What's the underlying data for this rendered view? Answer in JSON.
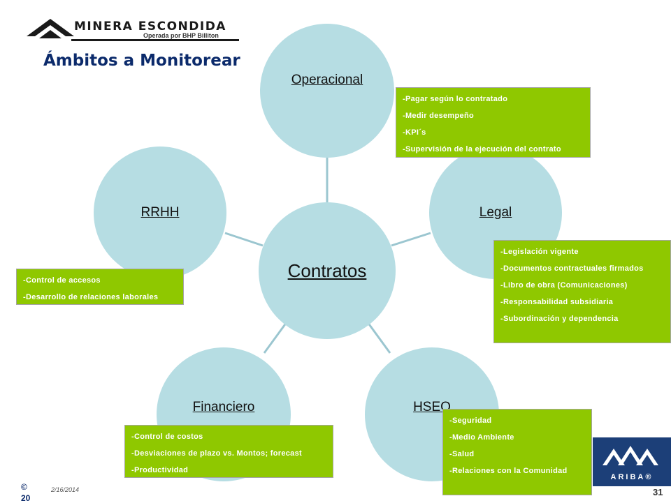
{
  "header": {
    "company_name": "MINERA ESCONDIDA",
    "company_sub": "Operada por BHP Billiton",
    "title": "Ámbitos a Monitorear"
  },
  "diagram": {
    "center": "Contratos",
    "nodes": {
      "operacional": "Operacional",
      "legal": "Legal",
      "rrhh": "RRHH",
      "financiero": "Financiero",
      "hseq": "HSEQ"
    }
  },
  "boxes": {
    "operacional": [
      "-Pagar según lo contratado",
      "-Medir desempeño",
      "-KPI´s",
      "-Supervisión de la ejecución del contrato"
    ],
    "legal": [
      "-Legislación vigente",
      "-Documentos contractuales firmados",
      "-Libro de obra (Comunicaciones)",
      "-Responsabilidad subsidiaria",
      "-Subordinación y dependencia"
    ],
    "rrhh": [
      "-Control de accesos",
      "-Desarrollo de relaciones laborales"
    ],
    "financiero": [
      "-Control de costos",
      "-Desviaciones de plazo vs. Montos; forecast",
      "-Productividad"
    ],
    "hseq": [
      "-Seguridad",
      "-Medio Ambiente",
      "-Salud",
      "-Relaciones con la Comunidad"
    ]
  },
  "footer": {
    "copyright": "©",
    "year": "20",
    "date": "2/16/2014",
    "page": "31",
    "ariba": "ARIBA®"
  },
  "colors": {
    "circle": "#b6dde3",
    "box": "#8fc800",
    "title": "#0b2a6b",
    "ariba": "#1c3f78"
  },
  "icons": [
    "minera-escondida-mountain-logo",
    "ariba-logo"
  ]
}
